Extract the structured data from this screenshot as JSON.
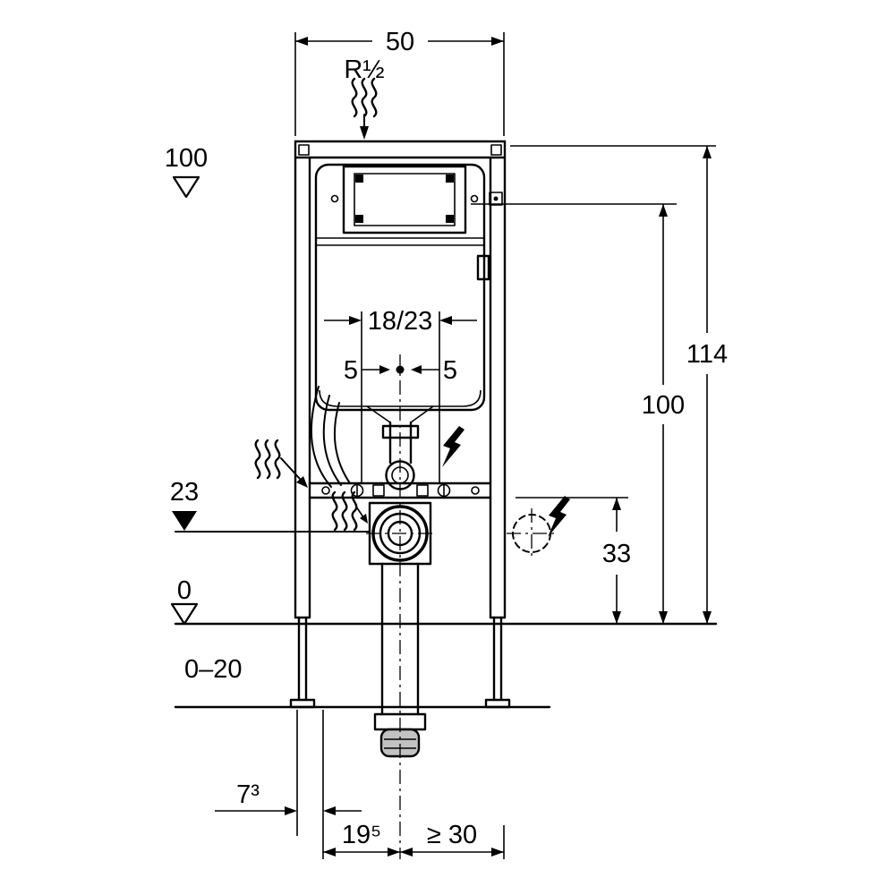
{
  "colors": {
    "background": "#ffffff",
    "line": "#000000",
    "text": "#000000",
    "plug_fill": "#c2c2c2"
  },
  "annotations": {
    "top_width": "50",
    "inlet": "R½",
    "level_top": "100",
    "overall_height": "114",
    "cistern_height": "100",
    "bracket_spacing": "18/23",
    "offset_left": "5",
    "offset_right": "5",
    "outlet_level": "23",
    "outlet_to_floor": "33",
    "floor_level": "0",
    "floor_buildup": "0–20",
    "front_offset": "7³",
    "outlet_offset": "19⁵",
    "side_clearance": "≥ 30"
  },
  "icons": {
    "steam": "steam-waves-icon",
    "lightning": "lightning-bolt-icon"
  }
}
